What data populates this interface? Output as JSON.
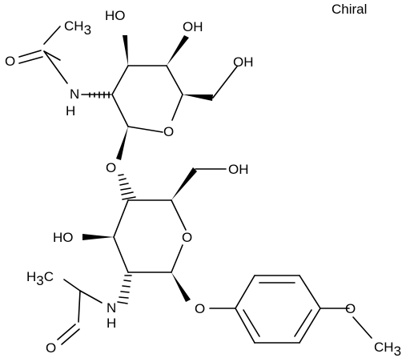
{
  "molecule": {
    "stereo_label": "Chiral",
    "atom_labels": {
      "ch3_top": "CH",
      "ch3_top_sub": "3",
      "o_acetyl_top": "O",
      "nh_top": "N",
      "nh_top_h": "H",
      "oh_c3_top": "HO",
      "oh_c4_top": "OH",
      "oh_ch2_top": "OH",
      "o_ring_top": "O",
      "o_glycosidic": "O",
      "oh_ch2_bottom": "OH",
      "o_ring_bottom": "O",
      "ho_c3_bottom": "HO",
      "h3c_bottom": "H",
      "h3c_bottom_sub": "3",
      "h3c_bottom_c": "C",
      "nh_bottom": "N",
      "nh_bottom_h": "H",
      "o_acetyl_bottom": "O",
      "o_phenyl": "O",
      "o_methoxy": "O",
      "ch3_methoxy": "CH",
      "ch3_methoxy_sub": "3"
    }
  }
}
